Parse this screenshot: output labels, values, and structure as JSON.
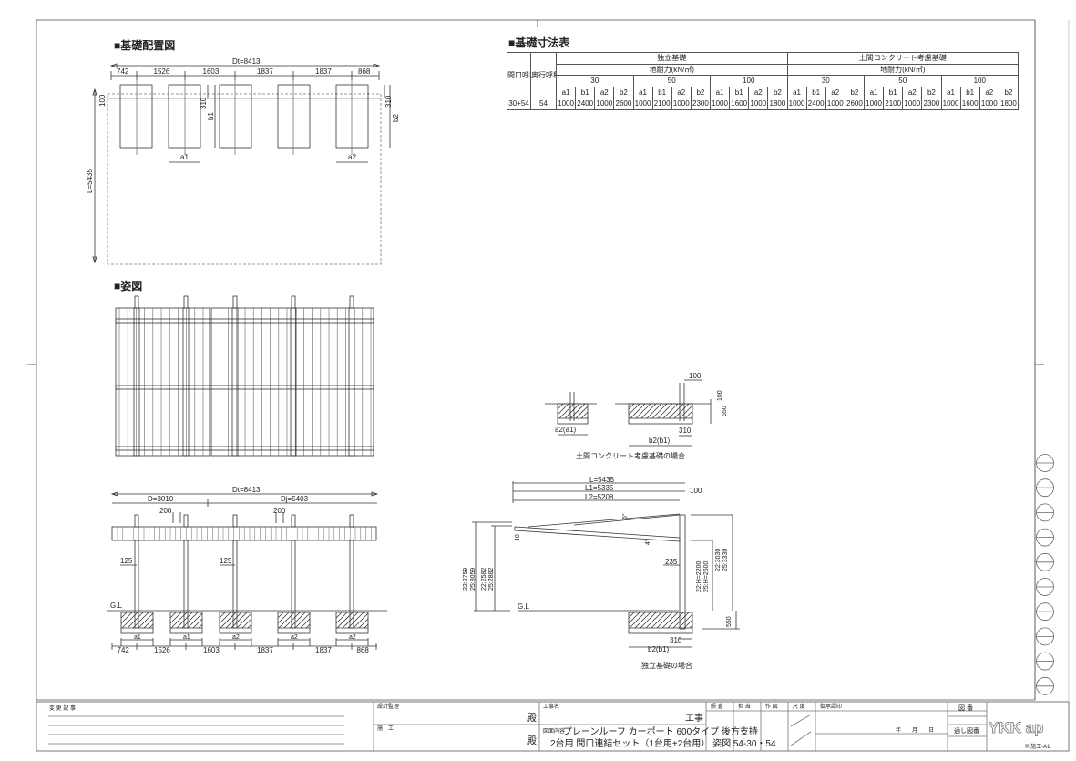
{
  "plan": {
    "title": "■基礎配置図",
    "dt": "Dt=8413",
    "spans": [
      "742",
      "1526",
      "1603",
      "1837",
      "1837",
      "868"
    ],
    "dim_100": "100",
    "dim_310_left": "310",
    "dim_310_right": "310",
    "b1": "b1",
    "b2": "b2",
    "a1": "a1",
    "a2": "a2",
    "length": "L=5435"
  },
  "table": {
    "title": "■基礎寸法表",
    "col_front": "間口呼称",
    "col_depth": "奥行呼称",
    "groups": [
      "独立基礎",
      "土間コンクリート考慮基礎"
    ],
    "bearing": "地耐力(kN/㎡)",
    "loads": [
      "30",
      "50",
      "100"
    ],
    "subcols": [
      "a1",
      "b1",
      "a2",
      "b2"
    ],
    "row": {
      "front": "30+54",
      "depth": "54",
      "values": [
        "1000",
        "2400",
        "1000",
        "2600",
        "1000",
        "2100",
        "1000",
        "2300",
        "1000",
        "1600",
        "1000",
        "1800",
        "1000",
        "2400",
        "1000",
        "2600",
        "1000",
        "2100",
        "1000",
        "2300",
        "1000",
        "1600",
        "1000",
        "1800"
      ]
    }
  },
  "elevation": {
    "title": "■姿図"
  },
  "front": {
    "dt": "Dt=8413",
    "d": "D=3010",
    "dj": "Dj=5403",
    "dim_200": "200",
    "dim_125": "125",
    "gl": "G.L",
    "footing_labels": [
      "a1",
      "a1",
      "a2",
      "a2",
      "a2"
    ],
    "spans": [
      "742",
      "1526",
      "1603",
      "1837",
      "1837",
      "868"
    ]
  },
  "soil_detail": {
    "dim_100_top": "100",
    "dim_100_side": "100",
    "dim_550": "550",
    "dim_310": "310",
    "a_label": "a2(a1)",
    "b_label": "b2(b1)",
    "caption": "土間コンクリート考慮基礎の場合"
  },
  "side": {
    "L": "L=5435",
    "L1": "L1=5335",
    "L2": "L2=5208",
    "dim_100": "100",
    "angle_top": "6°",
    "angle_bottom": "4°",
    "dim_40": "40",
    "h_outer_22": "22:2759",
    "h_outer_25": "25:3059",
    "h_inner_22": "22:2582",
    "h_inner_25": "25:2882",
    "dim_235": "235",
    "H_22": "22:H=2200",
    "H_25": "25:H=2500",
    "top_22": "22:3030",
    "top_25": "25:3330",
    "dim_550": "550",
    "dim_310": "310",
    "b_label": "b2(b1)",
    "gl": "G.L",
    "caption": "独立基礎の場合"
  },
  "title_block": {
    "change_log": "変 更 記 事",
    "design_supervision": "設計監理",
    "construction": "施　工",
    "honorific_1": "殿",
    "honorific_2": "殿",
    "project_name_label": "工事名",
    "project_suffix": "工事",
    "drawing_content_label": "図面内容",
    "drawing_content_1": "プレーンルーフ カーポート 600タイプ 後方支持",
    "drawing_content_2": "2台用 間口連結セット（1台用+2台用） 姿図 54-30・54",
    "check": "照 査",
    "charge": "担 当",
    "draw": "作 図",
    "scale": "尺 度",
    "approval": "御承認印",
    "date": "年　　月　　日",
    "drawing_no": "図 番",
    "serial_no": "通し図番",
    "logo": "YKK ap",
    "sheet": "® 施工-A1"
  }
}
